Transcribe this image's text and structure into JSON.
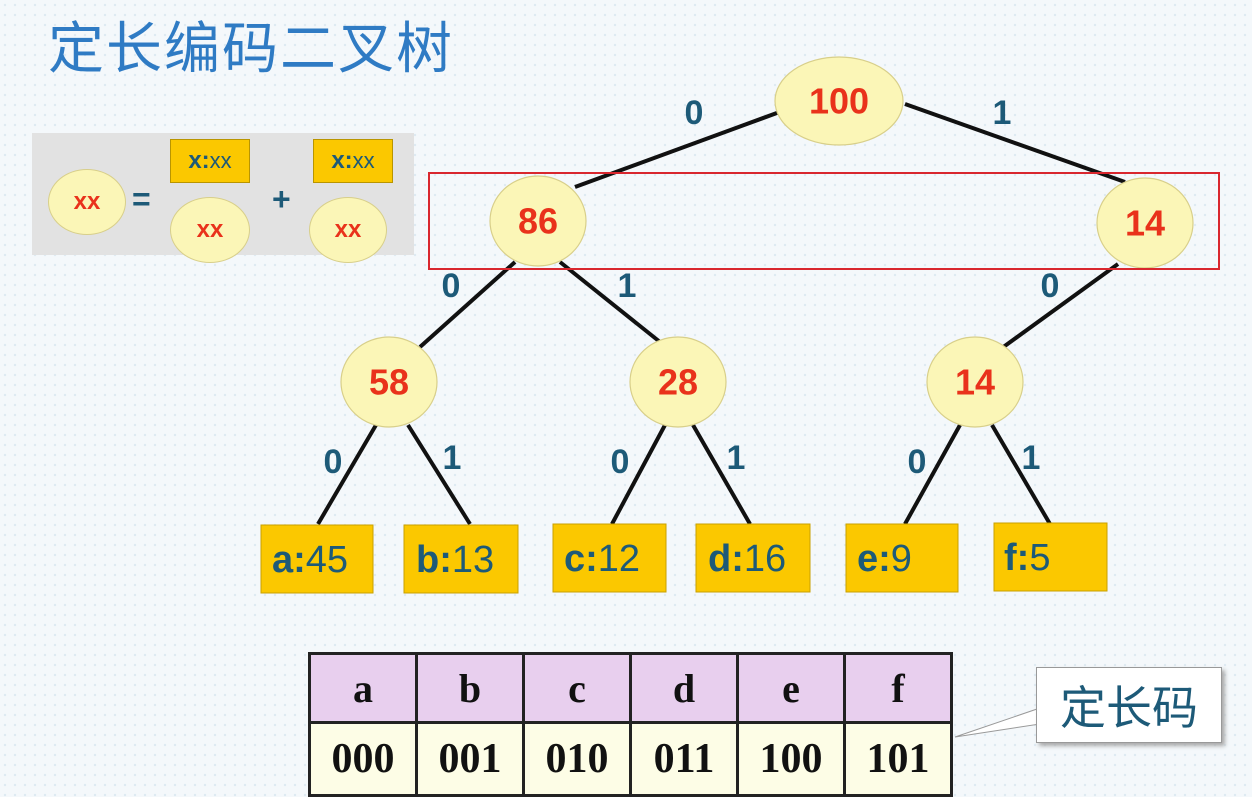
{
  "title": "定长编码二叉树",
  "legend": {
    "node_text": "xx",
    "equals": "=",
    "plus": "+",
    "left_key": "x:",
    "left_val": "xx",
    "right_key": "x:",
    "right_val": "xx",
    "left_node": "xx",
    "right_node": "xx"
  },
  "tree": {
    "root": "100",
    "level1": [
      "86",
      "14"
    ],
    "level2": [
      "58",
      "28",
      "14"
    ],
    "leaves": [
      {
        "key": "a:",
        "value": "45"
      },
      {
        "key": "b:",
        "value": "13"
      },
      {
        "key": "c:",
        "value": "12"
      },
      {
        "key": "d:",
        "value": "16"
      },
      {
        "key": "e:",
        "value": "9"
      },
      {
        "key": "f:",
        "value": "5"
      }
    ],
    "edge_labels": {
      "root_left": "0",
      "root_right": "1",
      "n86_left": "0",
      "n86_right": "1",
      "n14_left": "0",
      "n58_left": "0",
      "n58_right": "1",
      "n28_left": "0",
      "n28_right": "1",
      "n14b_left": "0",
      "n14b_right": "1"
    }
  },
  "code_table": {
    "symbols": [
      "a",
      "b",
      "c",
      "d",
      "e",
      "f"
    ],
    "codes": [
      "000",
      "001",
      "010",
      "011",
      "100",
      "101"
    ]
  },
  "callout_text": "定长码",
  "colors": {
    "title": "#2f7bc4",
    "node_fill": "#fbf6b7",
    "node_text": "#e9321b",
    "leaf_fill": "#fbc800",
    "edge_label": "#1d5a78",
    "highlight": "#d9272e",
    "table_header": "#e8cfee",
    "table_body": "#fdfde6"
  }
}
